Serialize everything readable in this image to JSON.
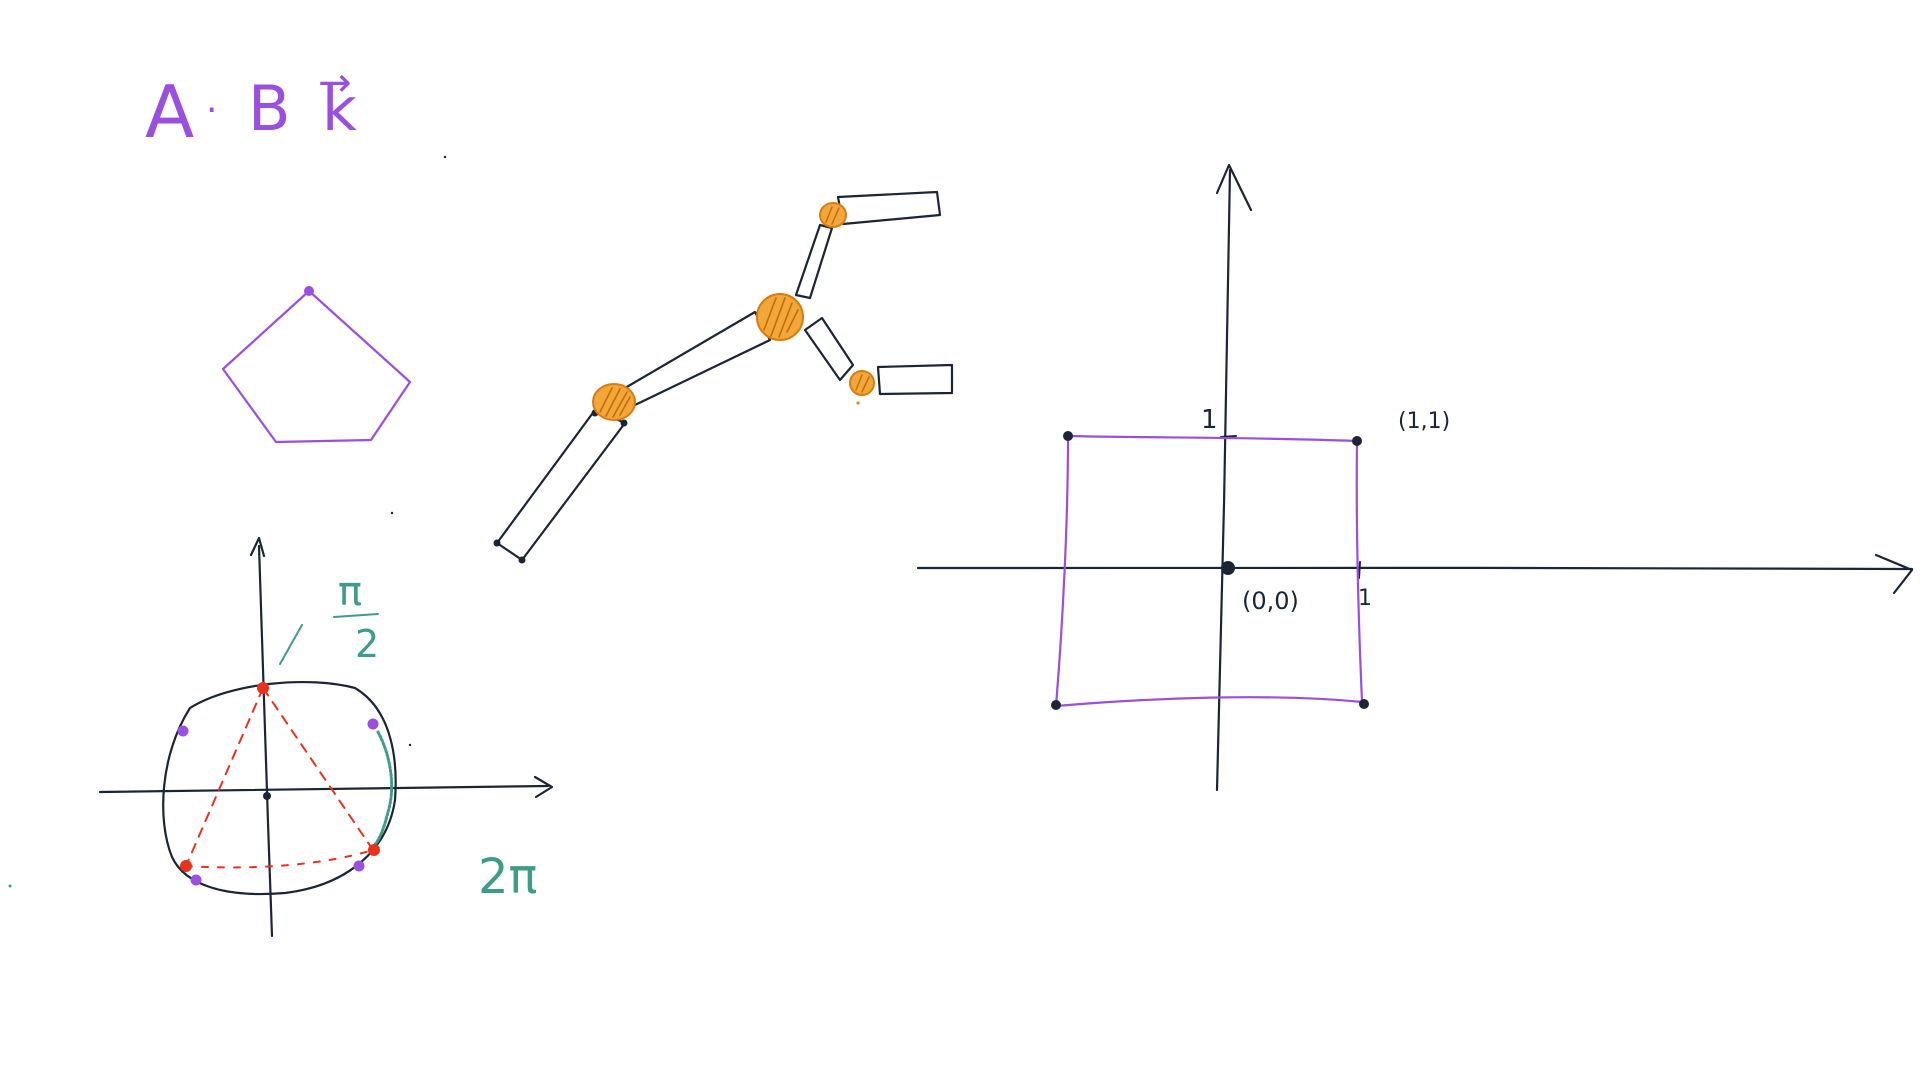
{
  "colors": {
    "background": "#ffffff",
    "ink": "#1b2536",
    "purple": "#9a4fe0",
    "orange": "#e08a1a",
    "red": "#e8321e",
    "teal": "#3f9b8a"
  },
  "heading": {
    "a": "A",
    "dot": "·",
    "b": "B",
    "k": "k",
    "k_arrow": "→"
  },
  "unit_circle": {
    "label_pi_over_2_num": "π",
    "label_pi_over_2_den": "2",
    "label_2pi": "2π"
  },
  "coordinate_plane": {
    "label_y_tick": "1",
    "label_x_tick": "1",
    "label_origin": "(0,0)",
    "label_point": "(1,1)"
  }
}
